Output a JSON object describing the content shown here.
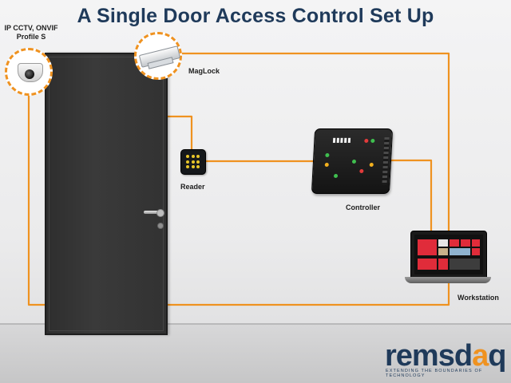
{
  "diagram": {
    "title": "A Single Door Access Control Set Up"
  },
  "devices": {
    "camera": {
      "label_line1": "IP CCTV, ONVIF",
      "label_line2": "Profile S",
      "icon": "dome-camera-icon"
    },
    "maglock": {
      "label": "MagLock",
      "icon": "magnetic-lock-icon"
    },
    "reader": {
      "label": "Reader",
      "icon": "keypad-reader-icon"
    },
    "controller": {
      "label": "Controller",
      "icon": "access-controller-icon"
    },
    "workstation": {
      "label": "Workstation",
      "icon": "laptop-icon"
    }
  },
  "colors": {
    "wire": "#ef9220",
    "title": "#1f3a5a",
    "door": "#333333",
    "brand_accent": "#ef9220"
  },
  "logo": {
    "text_main": "remsd",
    "text_accent": "a",
    "text_end": "q",
    "tagline": "EXTENDING THE BOUNDARIES OF TECHNOLOGY"
  }
}
